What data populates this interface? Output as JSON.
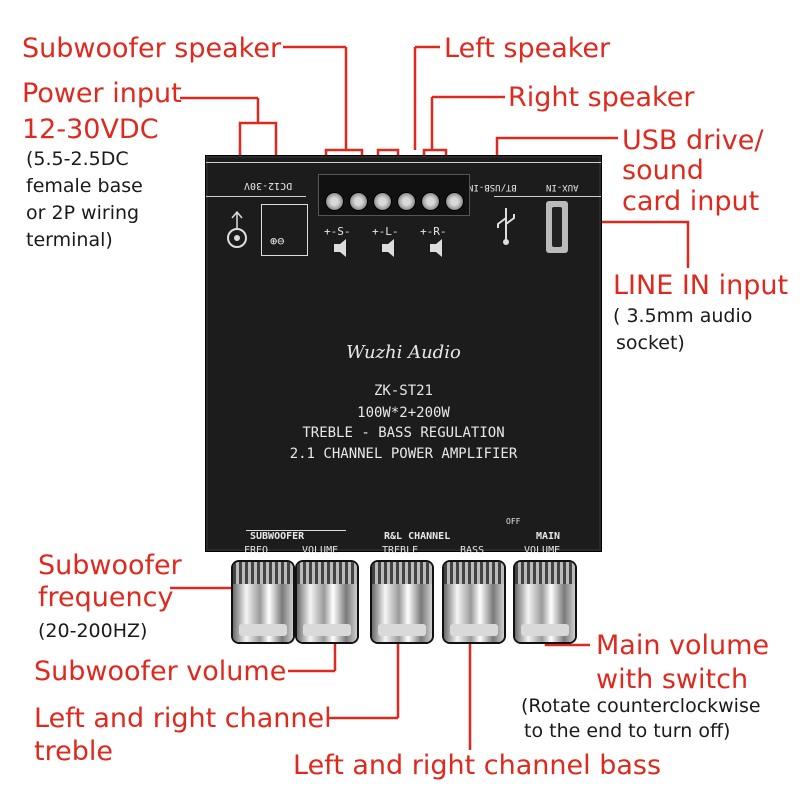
{
  "labels": {
    "subwoofer_speaker": "Subwoofer speaker",
    "left_speaker": "Left speaker",
    "power_input": "Power input",
    "right_speaker": "Right speaker",
    "voltage": "12-30VDC",
    "usb_input": [
      "USB drive/",
      "sound",
      "card input"
    ],
    "power_note": [
      "(5.5-2.5DC",
      "female base",
      "or 2P wiring",
      "terminal)"
    ],
    "line_in": "LINE IN input",
    "line_in_note": [
      "( 3.5mm audio",
      "socket)"
    ],
    "sub_freq": [
      "Subwoofer",
      "frequency"
    ],
    "sub_freq_range": "(20-200HZ)",
    "sub_volume": "Subwoofer volume",
    "treble": [
      "Left and right channel",
      "treble"
    ],
    "main_volume": [
      "Main volume",
      "with switch"
    ],
    "main_volume_note": [
      "(Rotate counterclockwise",
      "to the end to turn off)"
    ],
    "bass": "Left and right channel bass"
  },
  "board": {
    "dc_label": "DC12-30V",
    "btusb_label": "BT/USB-IN",
    "auxin_label": "AUX-IN",
    "brand": "Wuzhi Audio",
    "model": "ZK-ST21",
    "power": "100W*2+200W",
    "feature": "TREBLE - BASS REGULATION",
    "desc": "2.1 CHANNEL POWER AMPLIFIER",
    "sub_group": "SUBWOOFER",
    "rl_group": "R&L CHANNEL",
    "main_group": "MAIN",
    "freq": "FREQ",
    "volume": "VOLUME",
    "treble": "TREBLE",
    "bass": "BASS",
    "main_volume": "VOLUME",
    "off": "OFF",
    "s_term": "+-S-",
    "l_term": "+-L-",
    "r_term": "+-R-"
  },
  "colors": {
    "accent": "#e0291e",
    "board": "#1c1c1c"
  }
}
